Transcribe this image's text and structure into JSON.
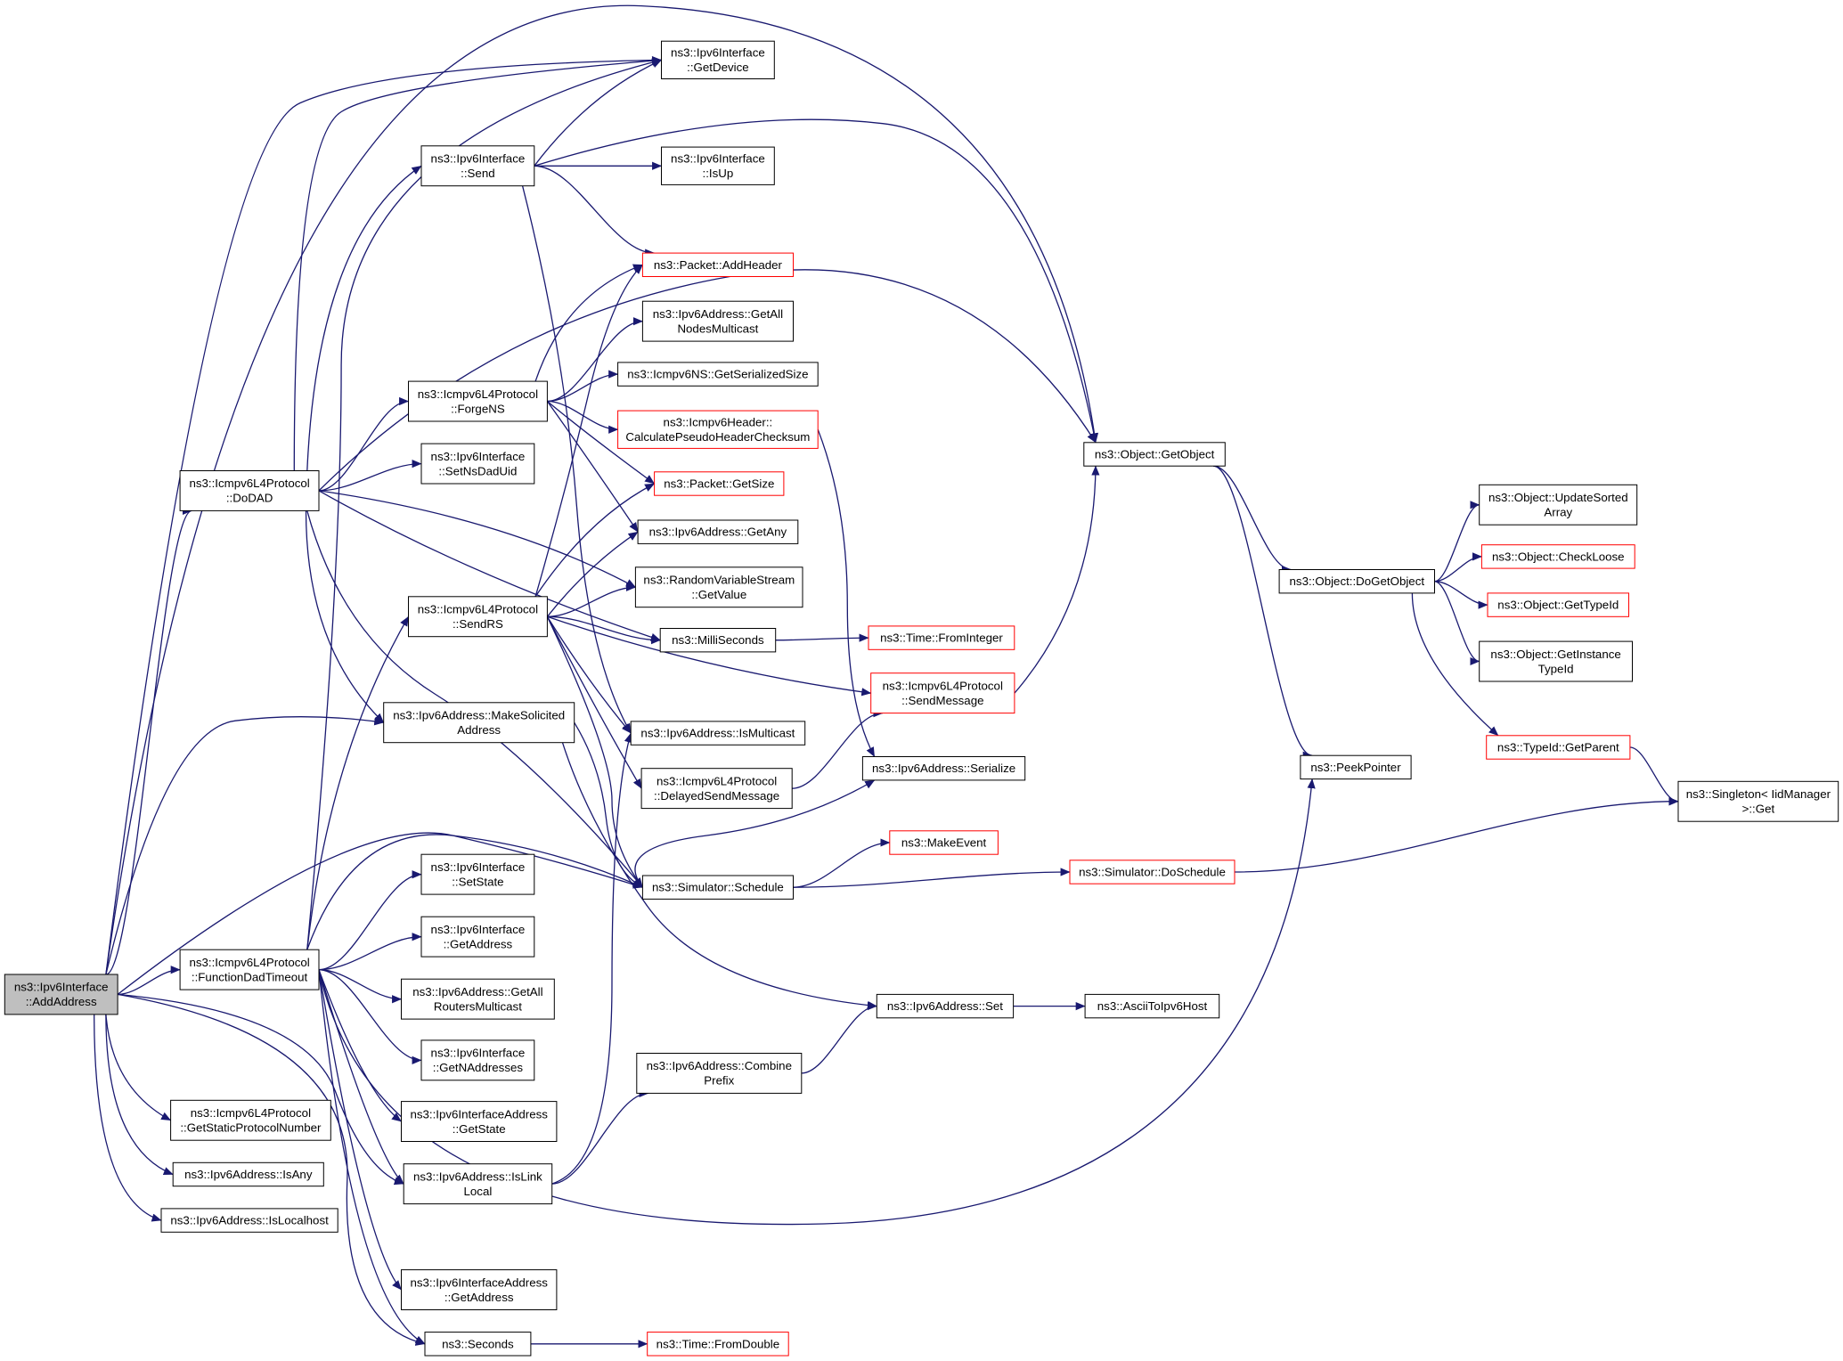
{
  "nodes": [
    {
      "id": "root",
      "lines": [
        "ns3::Ipv6Interface",
        "::AddAddress"
      ],
      "style": "root"
    },
    {
      "id": "dodad",
      "lines": [
        "ns3::Icmpv6L4Protocol",
        "::DoDAD"
      ],
      "style": "normal"
    },
    {
      "id": "fdt",
      "lines": [
        "ns3::Icmpv6L4Protocol",
        "::FunctionDadTimeout"
      ],
      "style": "normal"
    },
    {
      "id": "gspn",
      "lines": [
        "ns3::Icmpv6L4Protocol",
        "::GetStaticProtocolNumber"
      ],
      "style": "normal"
    },
    {
      "id": "isany",
      "lines": [
        "ns3::Ipv6Address::IsAny"
      ],
      "style": "normal"
    },
    {
      "id": "islocalhost",
      "lines": [
        "ns3::Ipv6Address::IsLocalhost"
      ],
      "style": "normal"
    },
    {
      "id": "getdevice",
      "lines": [
        "ns3::Ipv6Interface",
        "::GetDevice"
      ],
      "style": "normal"
    },
    {
      "id": "send",
      "lines": [
        "ns3::Ipv6Interface",
        "::Send"
      ],
      "style": "normal"
    },
    {
      "id": "isup",
      "lines": [
        "ns3::Ipv6Interface",
        "::IsUp"
      ],
      "style": "normal"
    },
    {
      "id": "addheader",
      "lines": [
        "ns3::Packet::AddHeader"
      ],
      "style": "trunc"
    },
    {
      "id": "getallnodes",
      "lines": [
        "ns3::Ipv6Address::GetAll",
        "NodesMulticast"
      ],
      "style": "normal"
    },
    {
      "id": "forgens",
      "lines": [
        "ns3::Icmpv6L4Protocol",
        "::ForgeNS"
      ],
      "style": "normal"
    },
    {
      "id": "nsgetser",
      "lines": [
        "ns3::Icmpv6NS::GetSerializedSize"
      ],
      "style": "normal"
    },
    {
      "id": "calcpseudo",
      "lines": [
        "ns3::Icmpv6Header::",
        "CalculatePseudoHeaderChecksum"
      ],
      "style": "trunc"
    },
    {
      "id": "setnsdaduid",
      "lines": [
        "ns3::Ipv6Interface",
        "::SetNsDadUid"
      ],
      "style": "normal"
    },
    {
      "id": "getsize",
      "lines": [
        "ns3::Packet::GetSize"
      ],
      "style": "trunc"
    },
    {
      "id": "getany",
      "lines": [
        "ns3::Ipv6Address::GetAny"
      ],
      "style": "normal"
    },
    {
      "id": "rvsgetvalue",
      "lines": [
        "ns3::RandomVariableStream",
        "::GetValue"
      ],
      "style": "normal"
    },
    {
      "id": "sendrs",
      "lines": [
        "ns3::Icmpv6L4Protocol",
        "::SendRS"
      ],
      "style": "normal"
    },
    {
      "id": "milliseconds",
      "lines": [
        "ns3::MilliSeconds"
      ],
      "style": "normal"
    },
    {
      "id": "frominteger",
      "lines": [
        "ns3::Time::FromInteger"
      ],
      "style": "trunc"
    },
    {
      "id": "sendmessage",
      "lines": [
        "ns3::Icmpv6L4Protocol",
        "::SendMessage"
      ],
      "style": "trunc"
    },
    {
      "id": "makesolicited",
      "lines": [
        "ns3::Ipv6Address::MakeSolicited",
        "Address"
      ],
      "style": "normal"
    },
    {
      "id": "ismulticast",
      "lines": [
        "ns3::Ipv6Address::IsMulticast"
      ],
      "style": "normal"
    },
    {
      "id": "delayedsend",
      "lines": [
        "ns3::Icmpv6L4Protocol",
        "::DelayedSendMessage"
      ],
      "style": "normal"
    },
    {
      "id": "serialize",
      "lines": [
        "ns3::Ipv6Address::Serialize"
      ],
      "style": "normal"
    },
    {
      "id": "makeevent",
      "lines": [
        "ns3::MakeEvent"
      ],
      "style": "trunc"
    },
    {
      "id": "schedule",
      "lines": [
        "ns3::Simulator::Schedule"
      ],
      "style": "normal"
    },
    {
      "id": "doschedule",
      "lines": [
        "ns3::Simulator::DoSchedule"
      ],
      "style": "trunc"
    },
    {
      "id": "setstate",
      "lines": [
        "ns3::Ipv6Interface",
        "::SetState"
      ],
      "style": "normal"
    },
    {
      "id": "ifgetaddress",
      "lines": [
        "ns3::Ipv6Interface",
        "::GetAddress"
      ],
      "style": "normal"
    },
    {
      "id": "getallrouters",
      "lines": [
        "ns3::Ipv6Address::GetAll",
        "RoutersMulticast"
      ],
      "style": "normal"
    },
    {
      "id": "getnaddresses",
      "lines": [
        "ns3::Ipv6Interface",
        "::GetNAddresses"
      ],
      "style": "normal"
    },
    {
      "id": "iaddrgetstate",
      "lines": [
        "ns3::Ipv6InterfaceAddress",
        "::GetState"
      ],
      "style": "normal"
    },
    {
      "id": "islinklocal",
      "lines": [
        "ns3::Ipv6Address::IsLink",
        "Local"
      ],
      "style": "normal"
    },
    {
      "id": "combineprefix",
      "lines": [
        "ns3::Ipv6Address::Combine",
        "Prefix"
      ],
      "style": "normal"
    },
    {
      "id": "addrset",
      "lines": [
        "ns3::Ipv6Address::Set"
      ],
      "style": "normal"
    },
    {
      "id": "asciitoipv6",
      "lines": [
        "ns3::AsciiToIpv6Host"
      ],
      "style": "normal"
    },
    {
      "id": "iaddrgetaddress",
      "lines": [
        "ns3::Ipv6InterfaceAddress",
        "::GetAddress"
      ],
      "style": "normal"
    },
    {
      "id": "seconds",
      "lines": [
        "ns3::Seconds"
      ],
      "style": "normal"
    },
    {
      "id": "fromdouble",
      "lines": [
        "ns3::Time::FromDouble"
      ],
      "style": "trunc"
    },
    {
      "id": "getobject",
      "lines": [
        "ns3::Object::GetObject"
      ],
      "style": "normal"
    },
    {
      "id": "dogetobject",
      "lines": [
        "ns3::Object::DoGetObject"
      ],
      "style": "normal"
    },
    {
      "id": "peekpointer",
      "lines": [
        "ns3::PeekPointer"
      ],
      "style": "normal"
    },
    {
      "id": "updatesorted",
      "lines": [
        "ns3::Object::UpdateSorted",
        "Array"
      ],
      "style": "normal"
    },
    {
      "id": "checkloose",
      "lines": [
        "ns3::Object::CheckLoose"
      ],
      "style": "trunc"
    },
    {
      "id": "gettypeid",
      "lines": [
        "ns3::Object::GetTypeId"
      ],
      "style": "trunc"
    },
    {
      "id": "getinstancetypeid",
      "lines": [
        "ns3::Object::GetInstance",
        "TypeId"
      ],
      "style": "normal"
    },
    {
      "id": "getparent",
      "lines": [
        "ns3::TypeId::GetParent"
      ],
      "style": "trunc"
    },
    {
      "id": "singletonget",
      "lines": [
        "ns3::Singleton< IidManager",
        ">::Get"
      ],
      "style": "normal"
    }
  ],
  "edges": [
    [
      "root",
      "dodad"
    ],
    [
      "root",
      "fdt"
    ],
    [
      "root",
      "gspn"
    ],
    [
      "root",
      "isany"
    ],
    [
      "root",
      "islocalhost"
    ],
    [
      "root",
      "getdevice"
    ],
    [
      "root",
      "getobject"
    ],
    [
      "root",
      "makesolicited"
    ],
    [
      "root",
      "schedule"
    ],
    [
      "root",
      "islinklocal"
    ],
    [
      "root",
      "seconds"
    ],
    [
      "dodad",
      "getdevice"
    ],
    [
      "dodad",
      "send"
    ],
    [
      "dodad",
      "getobject"
    ],
    [
      "dodad",
      "forgens"
    ],
    [
      "dodad",
      "setnsdaduid"
    ],
    [
      "dodad",
      "rvsgetvalue"
    ],
    [
      "dodad",
      "milliseconds"
    ],
    [
      "dodad",
      "makesolicited"
    ],
    [
      "dodad",
      "schedule"
    ],
    [
      "fdt",
      "getdevice"
    ],
    [
      "fdt",
      "sendrs"
    ],
    [
      "fdt",
      "schedule"
    ],
    [
      "fdt",
      "setstate"
    ],
    [
      "fdt",
      "ifgetaddress"
    ],
    [
      "fdt",
      "getallrouters"
    ],
    [
      "fdt",
      "getnaddresses"
    ],
    [
      "fdt",
      "iaddrgetstate"
    ],
    [
      "fdt",
      "islinklocal"
    ],
    [
      "fdt",
      "iaddrgetaddress"
    ],
    [
      "fdt",
      "seconds"
    ],
    [
      "fdt",
      "peekpointer"
    ],
    [
      "send",
      "getdevice"
    ],
    [
      "send",
      "isup"
    ],
    [
      "send",
      "addheader"
    ],
    [
      "send",
      "getobject"
    ],
    [
      "send",
      "ismulticast"
    ],
    [
      "forgens",
      "addheader"
    ],
    [
      "forgens",
      "getallnodes"
    ],
    [
      "forgens",
      "nsgetser"
    ],
    [
      "forgens",
      "calcpseudo"
    ],
    [
      "forgens",
      "getsize"
    ],
    [
      "forgens",
      "getany"
    ],
    [
      "sendrs",
      "addheader"
    ],
    [
      "sendrs",
      "getsize"
    ],
    [
      "sendrs",
      "getany"
    ],
    [
      "sendrs",
      "rvsgetvalue"
    ],
    [
      "sendrs",
      "milliseconds"
    ],
    [
      "sendrs",
      "sendmessage"
    ],
    [
      "sendrs",
      "ismulticast"
    ],
    [
      "sendrs",
      "delayedsend"
    ],
    [
      "sendrs",
      "schedule"
    ],
    [
      "calcpseudo",
      "serialize"
    ],
    [
      "milliseconds",
      "frominteger"
    ],
    [
      "sendmessage",
      "getobject"
    ],
    [
      "makesolicited",
      "addrset"
    ],
    [
      "makesolicited",
      "schedule"
    ],
    [
      "delayedsend",
      "sendmessage"
    ],
    [
      "schedule",
      "makeevent"
    ],
    [
      "schedule",
      "doschedule"
    ],
    [
      "schedule",
      "serialize"
    ],
    [
      "doschedule",
      "singletonget"
    ],
    [
      "islinklocal",
      "combineprefix"
    ],
    [
      "islinklocal",
      "ismulticast"
    ],
    [
      "combineprefix",
      "addrset"
    ],
    [
      "addrset",
      "asciitoipv6"
    ],
    [
      "seconds",
      "fromdouble"
    ],
    [
      "getobject",
      "dogetobject"
    ],
    [
      "getobject",
      "peekpointer"
    ],
    [
      "dogetobject",
      "updatesorted"
    ],
    [
      "dogetobject",
      "checkloose"
    ],
    [
      "dogetobject",
      "gettypeid"
    ],
    [
      "dogetobject",
      "getinstancetypeid"
    ],
    [
      "dogetobject",
      "getparent"
    ],
    [
      "getparent",
      "singletonget"
    ]
  ],
  "colors": {
    "edge": "#191970",
    "truncated_border": "#ff0000",
    "root_fill": "#bfbfbf"
  }
}
